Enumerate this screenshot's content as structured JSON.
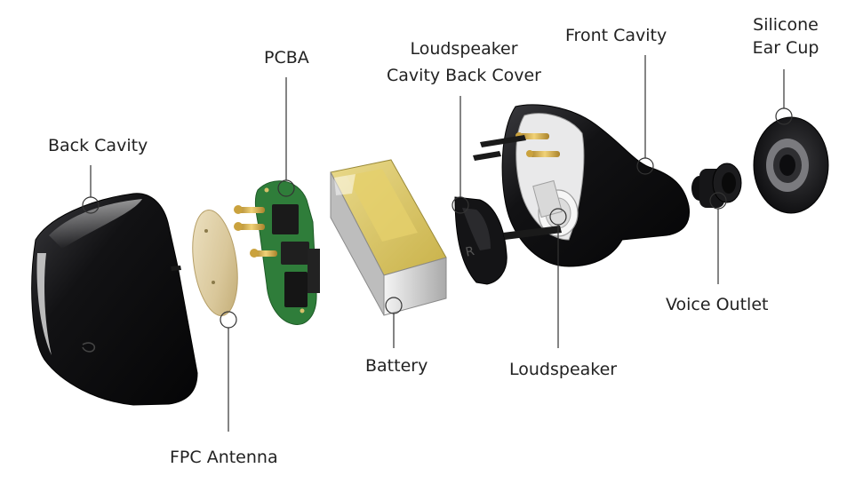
{
  "labels": {
    "back_cavity": "Back Cavity",
    "pcba": "PCBA",
    "speaker_cover_line1": "Loudspeaker",
    "speaker_cover_line2": "Cavity Back Cover",
    "front_cavity": "Front Cavity",
    "ear_cup_line1": "Silicone",
    "ear_cup_line2": "Ear Cup",
    "fpc_antenna": "FPC Antenna",
    "battery": "Battery",
    "loudspeaker": "Loudspeaker",
    "voice_outlet": "Voice Outlet"
  },
  "colors": {
    "shell": "#0d0d0f",
    "pcb": "#2f7d3a",
    "gold": "#d4af37",
    "battery_silver": "#c9c9c9",
    "battery_yellow": "#d9c55a",
    "leader_line": "#333333"
  }
}
